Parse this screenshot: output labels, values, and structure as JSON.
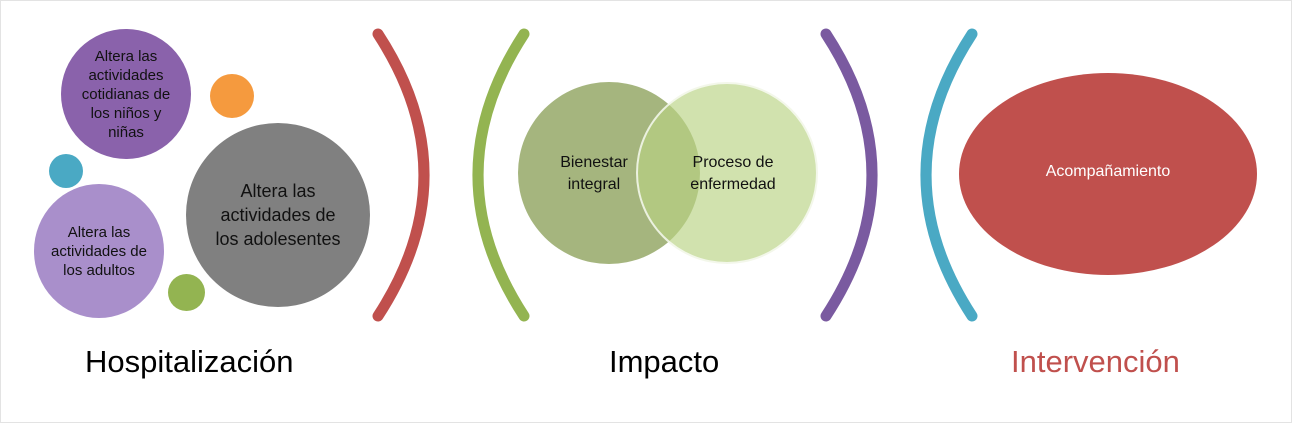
{
  "hospitalization": {
    "circle_purple": "Altera las actividades cotidianas de los niños y niñas",
    "circle_gray": "Altera las actividades de los adolesentes",
    "circle_lilac": "Altera las actividades de los adultos",
    "title": "Hospitalización"
  },
  "impact": {
    "left_label": "Bienestar integral",
    "right_label": "Proceso de enfermedad",
    "title": "Impacto"
  },
  "intervention": {
    "ellipse_label": "Acompañamiento",
    "title": "Intervención"
  },
  "colors": {
    "purple": "#8a62ab",
    "gray": "#808080",
    "lilac": "#a98fcb",
    "orange": "#f59a3e",
    "teal": "#4aa9c4",
    "green": "#93b451",
    "red": "#c0504d",
    "title_red": "#c0504d",
    "arc_red": "#c0504d",
    "arc_green": "#93b451",
    "arc_purple": "#7a5aa0",
    "arc_blue": "#4aa9c4"
  }
}
